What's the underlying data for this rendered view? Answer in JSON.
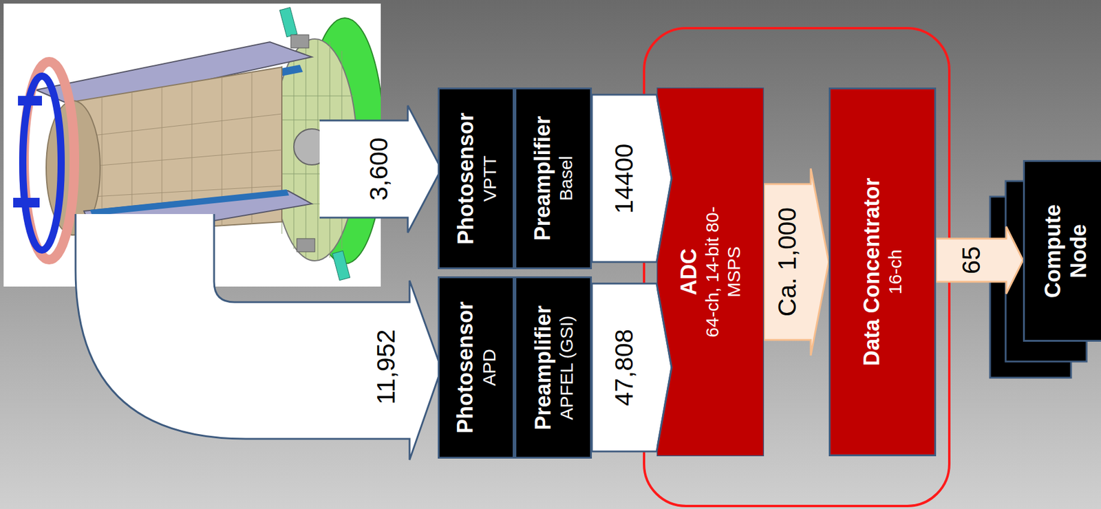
{
  "diagram": {
    "nodes": [
      {
        "text": [
          "Photosensor",
          "VPTT"
        ]
      },
      {
        "text": [
          "Preamplifier",
          "Basel"
        ]
      },
      {
        "text": [
          "Photosensor",
          "APD"
        ]
      },
      {
        "text": [
          "Preamplifier",
          "APFEL (GSI)"
        ]
      },
      {
        "text": [
          "ADC",
          "64-ch, 14-bit 80-MSPS"
        ]
      },
      {
        "text": [
          "Data Concentrator",
          "16-ch"
        ]
      },
      {
        "text": [
          "Compute Node"
        ]
      }
    ],
    "edges": [
      {
        "from": 1,
        "to": 4,
        "arrow": "to",
        "label": "14400"
      },
      {
        "from": 3,
        "to": 4,
        "arrow": "to",
        "label": "47,808"
      },
      {
        "from": 4,
        "to": 5,
        "arrow": "to",
        "label": "Ca. 1,000"
      },
      {
        "from": 5,
        "to": 6,
        "arrow": "to",
        "label": "65"
      }
    ],
    "labels": [
      "3,600",
      "11,952"
    ]
  }
}
